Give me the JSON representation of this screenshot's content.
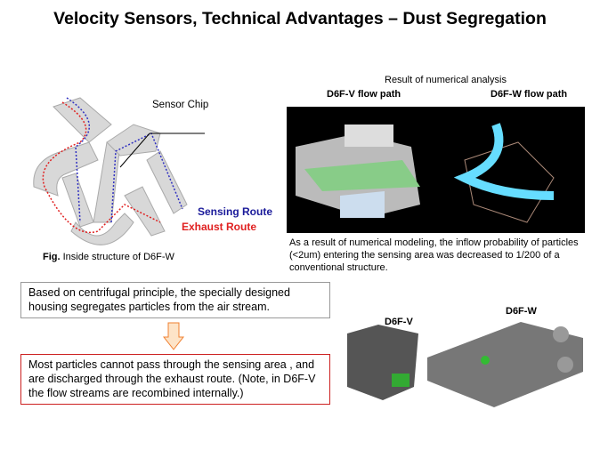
{
  "title": "Velocity Sensors, Technical Advantages – Dust Segregation",
  "figure": {
    "sensor_chip": "Sensor Chip",
    "sensing_route": "Sensing Route",
    "exhaust_route": "Exhaust Route",
    "caption_bold": "Fig.",
    "caption": " Inside structure of D6F-W"
  },
  "analysis": {
    "heading": "Result of numerical analysis",
    "left_label": "D6F-V flow path",
    "right_label": "D6F-W flow path",
    "description": "As a result of numerical modeling, the inflow probability of particles (<2um) entering the sensing area was decreased to 1/200 of a conventional structure."
  },
  "box1": "Based on centrifugal principle, the specially designed housing segregates particles from the air stream.",
  "box2": "Most particles cannot pass through the sensing area , and are discharged through the exhaust route. (Note, in D6F-V the flow streams are recombined internally.)",
  "products": {
    "left": "D6F-V",
    "right": "D6F-W"
  },
  "colors": {
    "sensing": "#1a1a9a",
    "exhaust": "#e02020",
    "arrow": "#f08030",
    "box2_border": "#cc2020"
  }
}
